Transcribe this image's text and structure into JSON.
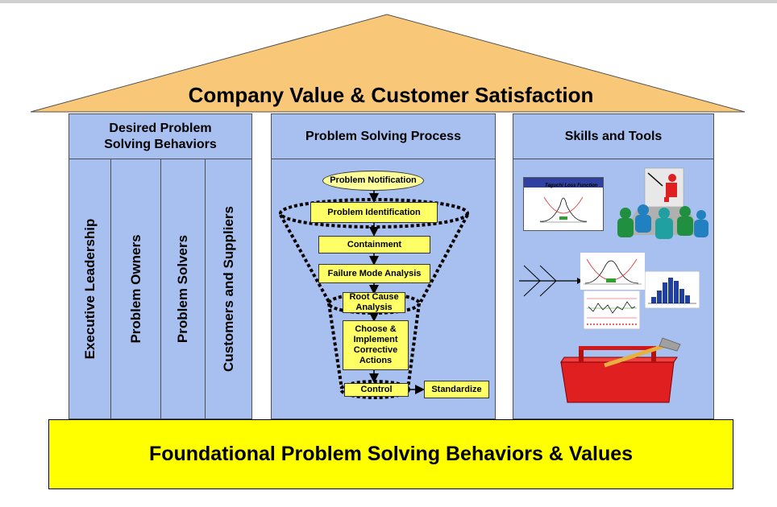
{
  "roof": {
    "title": "Company Value & Customer Satisfaction"
  },
  "pillars": {
    "behaviors": {
      "heading_line1": "Desired Problem",
      "heading_line2": "Solving Behaviors",
      "columns": [
        "Executive Leadership",
        "Problem Owners",
        "Problem Solvers",
        "Customers and Suppliers"
      ]
    },
    "process": {
      "heading": "Problem Solving Process",
      "notification": "Problem Notification",
      "steps": {
        "identification": "Problem Identification",
        "containment": "Containment",
        "failure_mode": "Failure Mode Analysis",
        "root_cause_1": "Root Cause",
        "root_cause_2": "Analysis",
        "choose_1": "Choose &",
        "choose_2": "Implement",
        "choose_3": "Corrective",
        "choose_4": "Actions",
        "control": "Control",
        "standardize": "Standardize"
      }
    },
    "tools": {
      "heading": "Skills and Tools",
      "slide_title": "Taguchi Loss Function",
      "icons": [
        "taguchi-slide-icon",
        "presenter-audience-icon",
        "fishbone-icon",
        "normal-curve-icon",
        "histogram-icon",
        "control-chart-icon",
        "toolbox-hammer-icon"
      ]
    }
  },
  "foundation": {
    "title": "Foundational Problem Solving Behaviors & Values"
  },
  "colors": {
    "roof": "#f8c878",
    "pillar": "#a8c0f0",
    "foundation": "#ffff00",
    "step": "#ffff66",
    "toolbox": "#e02020"
  }
}
